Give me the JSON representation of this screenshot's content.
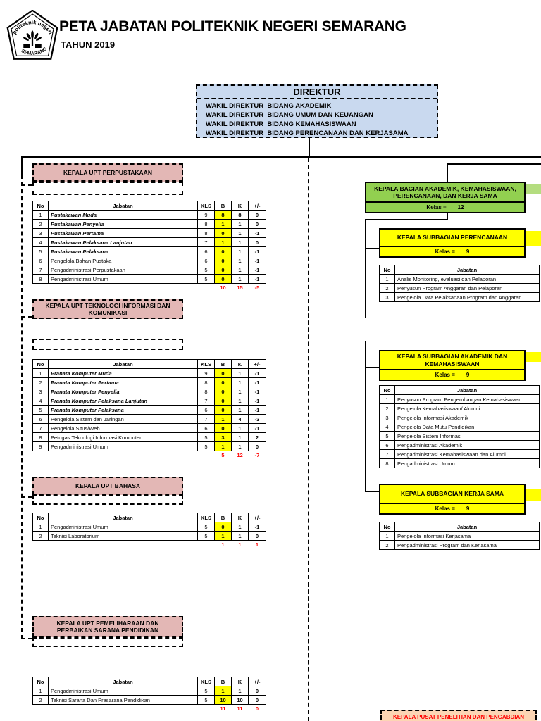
{
  "header": {
    "title": "PETA JABATAN POLITEKNIK NEGERI SEMARANG",
    "subtitle": "TAHUN 2019",
    "logo": {
      "arc_text": "politeknik negeri",
      "banner_text": "SEMARANG"
    }
  },
  "labels": {
    "kelas": "Kelas ="
  },
  "table_headers": {
    "no": "No",
    "jabatan": "Jabatan",
    "kls": "KLS",
    "b": "B",
    "k": "K",
    "pm": "+/-"
  },
  "direktur": {
    "title": "DIREKTUR",
    "deputies": [
      "WAKIL DIREKTUR  BIDANG AKADEMIK",
      "WAKIL DIREKTUR  BIDANG UMUM DAN KEUANGAN",
      "WAKIL DIREKTUR  BIDANG KEMAHASISWAAN",
      "WAKIL DIREKTUR  BIDANG PERENCANAAN DAN KERJASAMA"
    ]
  },
  "left_units": [
    {
      "name": "KEPALA UPT PERPUSTAKAAN",
      "rows": [
        {
          "no": "1",
          "jabatan": "Pustakawan Muda",
          "red": true,
          "kls": "9",
          "b": "8",
          "k": "8",
          "pm": "0"
        },
        {
          "no": "2",
          "jabatan": "Pustakawan Penyelia",
          "red": true,
          "kls": "8",
          "b": "1",
          "k": "1",
          "pm": "0"
        },
        {
          "no": "3",
          "jabatan": "Pustakawan Pertama",
          "red": true,
          "kls": "8",
          "b": "0",
          "k": "1",
          "pm": "-1"
        },
        {
          "no": "4",
          "jabatan": "Pustakawan Pelaksana Lanjutan",
          "red": true,
          "kls": "7",
          "b": "1",
          "k": "1",
          "pm": "0"
        },
        {
          "no": "5",
          "jabatan": "Pustakawan Pelaksana",
          "red": true,
          "kls": "6",
          "b": "0",
          "k": "1",
          "pm": "-1"
        },
        {
          "no": "6",
          "jabatan": "Pengelola Bahan Pustaka",
          "red": false,
          "kls": "6",
          "b": "0",
          "k": "1",
          "pm": "-1"
        },
        {
          "no": "7",
          "jabatan": "Pengadministrasi Perpustakaan",
          "red": false,
          "kls": "5",
          "b": "0",
          "k": "1",
          "pm": "-1"
        },
        {
          "no": "8",
          "jabatan": "Pengadministrasi Umum",
          "red": false,
          "kls": "5",
          "b": "0",
          "k": "1",
          "pm": "-1"
        }
      ],
      "totals": {
        "b": "10",
        "k": "15",
        "pm": "-5"
      }
    },
    {
      "name": "KEPALA UPT TEKNOLOGI INFORMASI DAN KOMUNIKASI",
      "rows": [
        {
          "no": "1",
          "jabatan": "Pranata Komputer Muda",
          "red": true,
          "kls": "9",
          "b": "0",
          "k": "1",
          "pm": "-1"
        },
        {
          "no": "2",
          "jabatan": "Pranata Komputer Pertama",
          "red": true,
          "kls": "8",
          "b": "0",
          "k": "1",
          "pm": "-1"
        },
        {
          "no": "3",
          "jabatan": "Pranata Komputer Penyelia",
          "red": true,
          "kls": "8",
          "b": "0",
          "k": "1",
          "pm": "-1"
        },
        {
          "no": "4",
          "jabatan": "Pranata Komputer Pelaksana Lanjutan",
          "red": true,
          "kls": "7",
          "b": "0",
          "k": "1",
          "pm": "-1"
        },
        {
          "no": "5",
          "jabatan": "Pranata Komputer Pelaksana",
          "red": true,
          "kls": "6",
          "b": "0",
          "k": "1",
          "pm": "-1"
        },
        {
          "no": "6",
          "jabatan": "Pengelola Sistem dan Jaringan",
          "red": false,
          "kls": "7",
          "b": "1",
          "k": "4",
          "pm": "-3"
        },
        {
          "no": "7",
          "jabatan": "Pengelola Situs/Web",
          "red": false,
          "kls": "6",
          "b": "0",
          "k": "1",
          "pm": "-1"
        },
        {
          "no": "8",
          "jabatan": "Petugas Teknologi Informasi Komputer",
          "red": false,
          "kls": "5",
          "b": "3",
          "k": "1",
          "pm": "2"
        },
        {
          "no": "9",
          "jabatan": "Pengadministrasi Umum",
          "red": false,
          "kls": "5",
          "b": "1",
          "k": "1",
          "pm": "0"
        }
      ],
      "totals": {
        "b": "5",
        "k": "12",
        "pm": "-7"
      }
    },
    {
      "name": "KEPALA UPT BAHASA",
      "rows": [
        {
          "no": "1",
          "jabatan": "Pengadministrasi Umum",
          "red": false,
          "kls": "5",
          "b": "0",
          "k": "1",
          "pm": "-1"
        },
        {
          "no": "2",
          "jabatan": "Teknisi Laboratorium",
          "red": false,
          "kls": "5",
          "b": "1",
          "k": "1",
          "pm": "0"
        }
      ],
      "totals": {
        "b": "1",
        "k": "1",
        "pm": "1"
      }
    },
    {
      "name": "KEPALA UPT PEMELIHARAAN DAN PERBAIKAN SARANA PENDIDIKAN",
      "rows": [
        {
          "no": "1",
          "jabatan": "Pengadministrasi Umum",
          "red": false,
          "kls": "5",
          "b": "1",
          "k": "1",
          "pm": "0"
        },
        {
          "no": "2",
          "jabatan": "Teknisi Sarana Dan Prasarana Pendidikan",
          "red": false,
          "kls": "5",
          "b": "10",
          "k": "10",
          "pm": "0"
        }
      ],
      "totals": {
        "b": "11",
        "k": "11",
        "pm": "0"
      }
    }
  ],
  "right": {
    "bagian": {
      "title": "KEPALA BAGIAN AKADEMIK, KEMAHASISWAAN, PERENCANAAN, DAN KERJA SAMA",
      "kelas": "12"
    },
    "subbagian": [
      {
        "title": "KEPALA SUBBAGIAN PERENCANAAN",
        "kelas": "9",
        "rows": [
          {
            "no": "1",
            "jabatan": "Analis Monitoring, evaluasi dan Pelaporan"
          },
          {
            "no": "2",
            "jabatan": "Penyusun Program Anggaran dan Pelaporan"
          },
          {
            "no": "3",
            "jabatan": "Pengelola Data Pelaksanaan Program dan Anggaran"
          }
        ]
      },
      {
        "title": "KEPALA SUBBAGIAN AKADEMIK DAN KEMAHASISWAAN",
        "kelas": "9",
        "rows": [
          {
            "no": "1",
            "jabatan": "Penyusun Program Pengembangan Kemahasiswaan"
          },
          {
            "no": "2",
            "jabatan": "Pengelola Kemahasiswaan/ Alumni"
          },
          {
            "no": "3",
            "jabatan": "Pengelola Informasi Akademik"
          },
          {
            "no": "4",
            "jabatan": "Pengelola Data Mutu Pendidikan"
          },
          {
            "no": "5",
            "jabatan": "Pengelola Sistem Informasi"
          },
          {
            "no": "6",
            "jabatan": "Pengadministrasi Akademik"
          },
          {
            "no": "7",
            "jabatan": "Pengadministrasi Kemahasiswaan dan Alumni"
          },
          {
            "no": "8",
            "jabatan": "Pengadministrasi Umum"
          }
        ]
      },
      {
        "title": "KEPALA SUBBAGIAN KERJA SAMA",
        "kelas": "9",
        "rows": [
          {
            "no": "1",
            "jabatan": "Pengelola Informasi Kerjasama"
          },
          {
            "no": "2",
            "jabatan": "Pengadministrasi Program dan Kerjasama"
          }
        ]
      }
    ],
    "pusat": {
      "title": "KEPALA PUSAT PENELITIAN DAN PENGABDIAN"
    }
  },
  "colors": {
    "pink": "#e3b7b5",
    "blue": "#c9d9ef",
    "green": "#92d050",
    "green_light": "#b4dd7f",
    "yellow": "#ffff00",
    "orange": "#fcd5b4",
    "red": "#ff0000",
    "blue_text": "#0000ff"
  }
}
